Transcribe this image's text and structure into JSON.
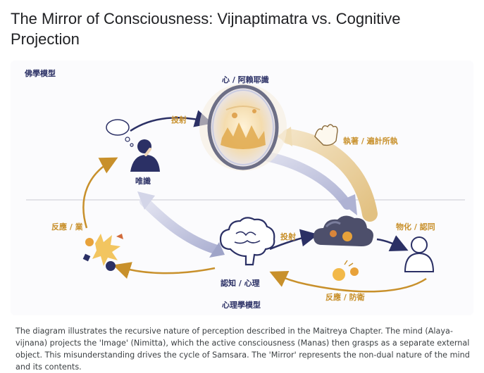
{
  "title": "The Mirror of Consciousness: Vijnaptimatra vs. Cognitive Projection",
  "diagram": {
    "buddhist_model_label": "佛學模型",
    "psych_model_label": "心理學模型",
    "mirror_label": "心 / 阿賴耶識",
    "projection_top_label": "投射",
    "grasping_label": "執著 / 遍計所執",
    "thinker_label": "唯識",
    "reaction_karma_label": "反應 / 業",
    "projection_bottom_label": "投射",
    "reification_label": "物化 / 認同",
    "cognition_label": "認知 / 心理",
    "defense_label": "反應 / 防衛"
  },
  "caption": "The diagram illustrates the recursive nature of perception described in the Maitreya Chapter. The mind (Alaya-vijnana) projects the 'Image' (Nimitta), which the active consciousness (Manas) then grasps as a separate external object. This misunderstanding drives the cycle of Samsara. The 'Mirror' represents the non-dual nature of the mind and its contents.",
  "colors": {
    "gold": "#c8902b",
    "navy": "#2b3065",
    "lavender": "#b8bcd9"
  }
}
